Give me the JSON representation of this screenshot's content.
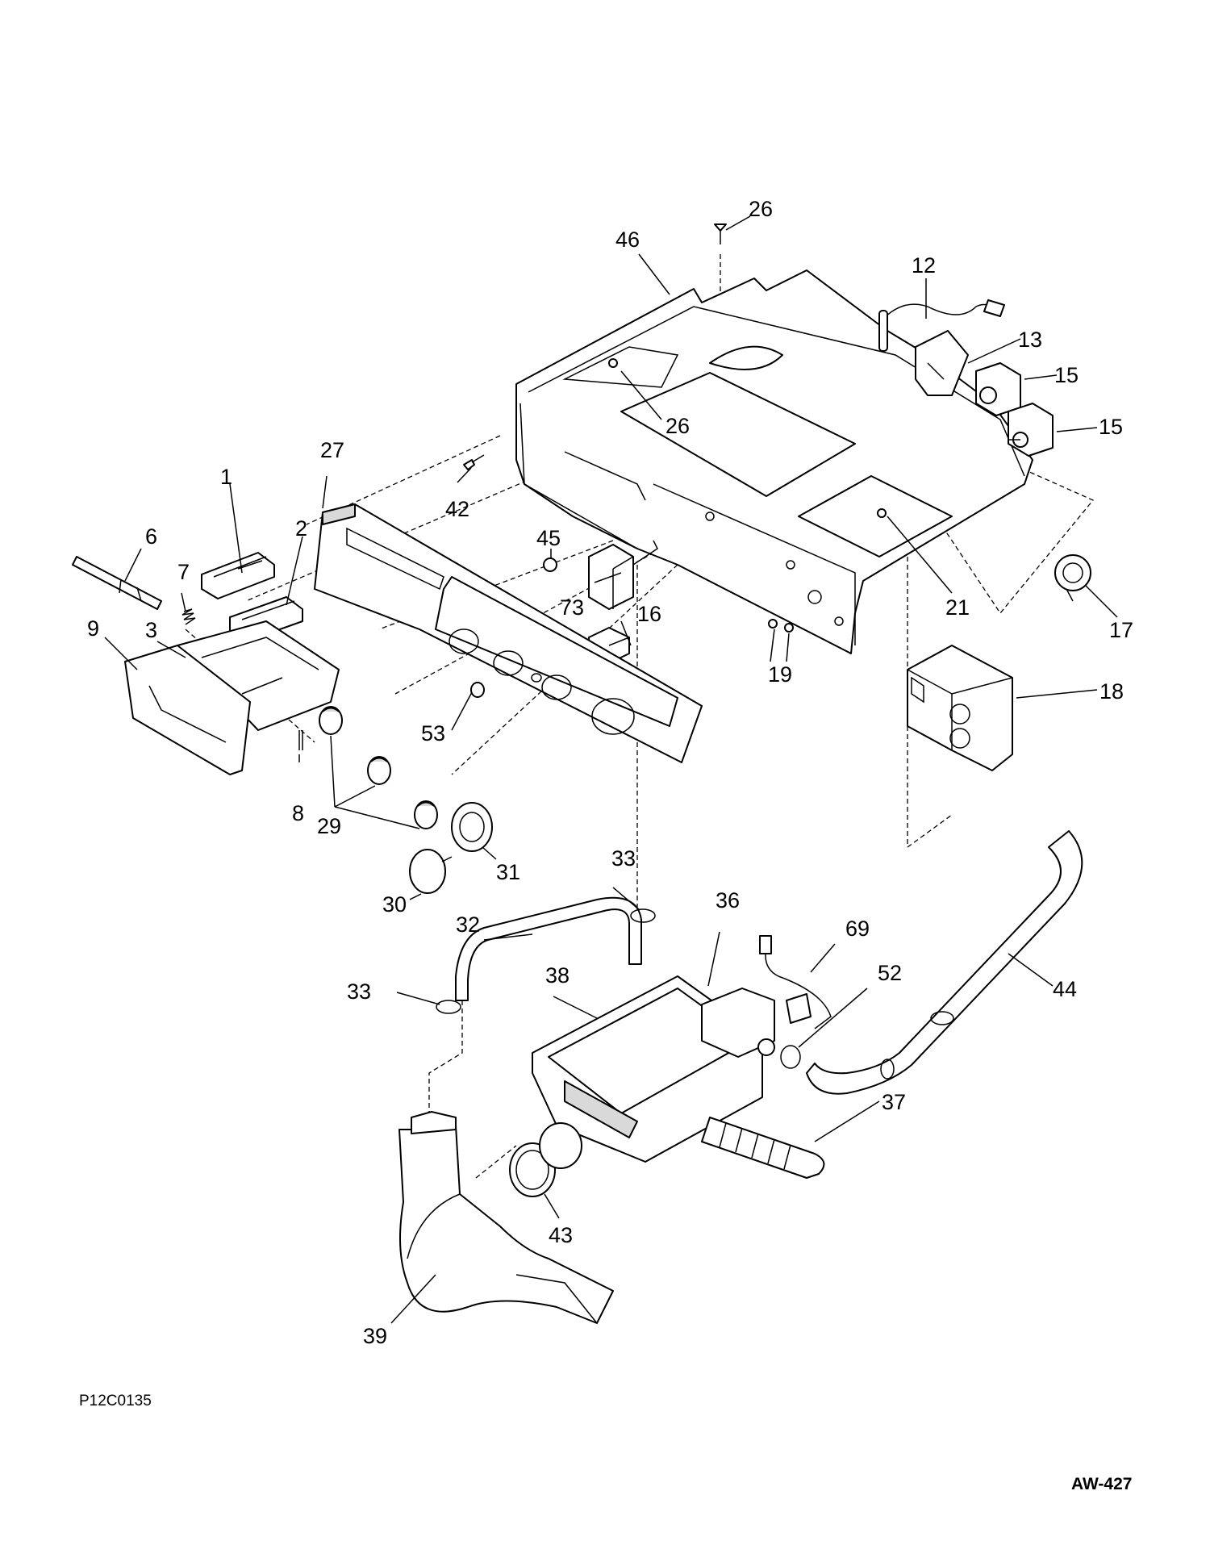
{
  "diagram": {
    "reference_code": "P12C0135",
    "page_id": "AW-427",
    "callouts": [
      "1",
      "2",
      "3",
      "6",
      "7",
      "8",
      "9",
      "12",
      "13",
      "15",
      "15",
      "16",
      "17",
      "18",
      "19",
      "21",
      "26",
      "26",
      "27",
      "29",
      "30",
      "31",
      "32",
      "33",
      "33",
      "36",
      "37",
      "38",
      "39",
      "42",
      "43",
      "44",
      "45",
      "46",
      "52",
      "53",
      "69",
      "73"
    ]
  }
}
